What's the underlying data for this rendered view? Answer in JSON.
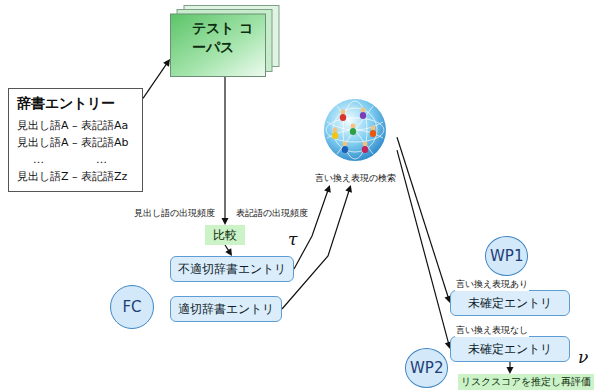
{
  "diagram": {
    "nodes": [
      {
        "text": [
          "辞書エントリー",
          "見出し語A – 表記語Aa",
          "見出し語A – 表記語Ab",
          "…",
          "…",
          "見出し語Z – 表記語Zz"
        ]
      },
      {
        "text": [
          "テスト コーパス"
        ]
      },
      {
        "text": [
          "比較"
        ]
      },
      {
        "text": [
          "FC"
        ]
      },
      {
        "text": [
          "不適切辞書エントリ"
        ]
      },
      {
        "text": [
          "適切辞書エントリ"
        ]
      },
      {
        "text": [
          "言い換え表現の検索"
        ]
      },
      {
        "text": [
          "WP1"
        ]
      },
      {
        "text": [
          "未確定エントリ"
        ]
      },
      {
        "text": [
          "WP2"
        ]
      },
      {
        "text": [
          "未確定エントリ"
        ]
      },
      {
        "text": [
          "リスクスコアを推定し再評価"
        ]
      }
    ],
    "edges": [
      {
        "from": 0,
        "to": 1,
        "arrow": "to"
      },
      {
        "from": 1,
        "to": 2,
        "arrow": "to"
      },
      {
        "from": 2,
        "to": 4,
        "arrow": "to"
      },
      {
        "from": 4,
        "to": 6,
        "arrow": "to"
      },
      {
        "from": 5,
        "to": 6,
        "arrow": "to"
      },
      {
        "from": 6,
        "to": 8,
        "label": "言い換え表現あり",
        "arrow": "to"
      },
      {
        "from": 6,
        "to": 10,
        "label": "言い換え表現なし",
        "arrow": "to"
      },
      {
        "from": 10,
        "to": 11,
        "arrow": "to"
      }
    ],
    "labels": [
      "見出し語の出現頻度",
      "表記語の出現頻度",
      "τ",
      "ν"
    ]
  }
}
